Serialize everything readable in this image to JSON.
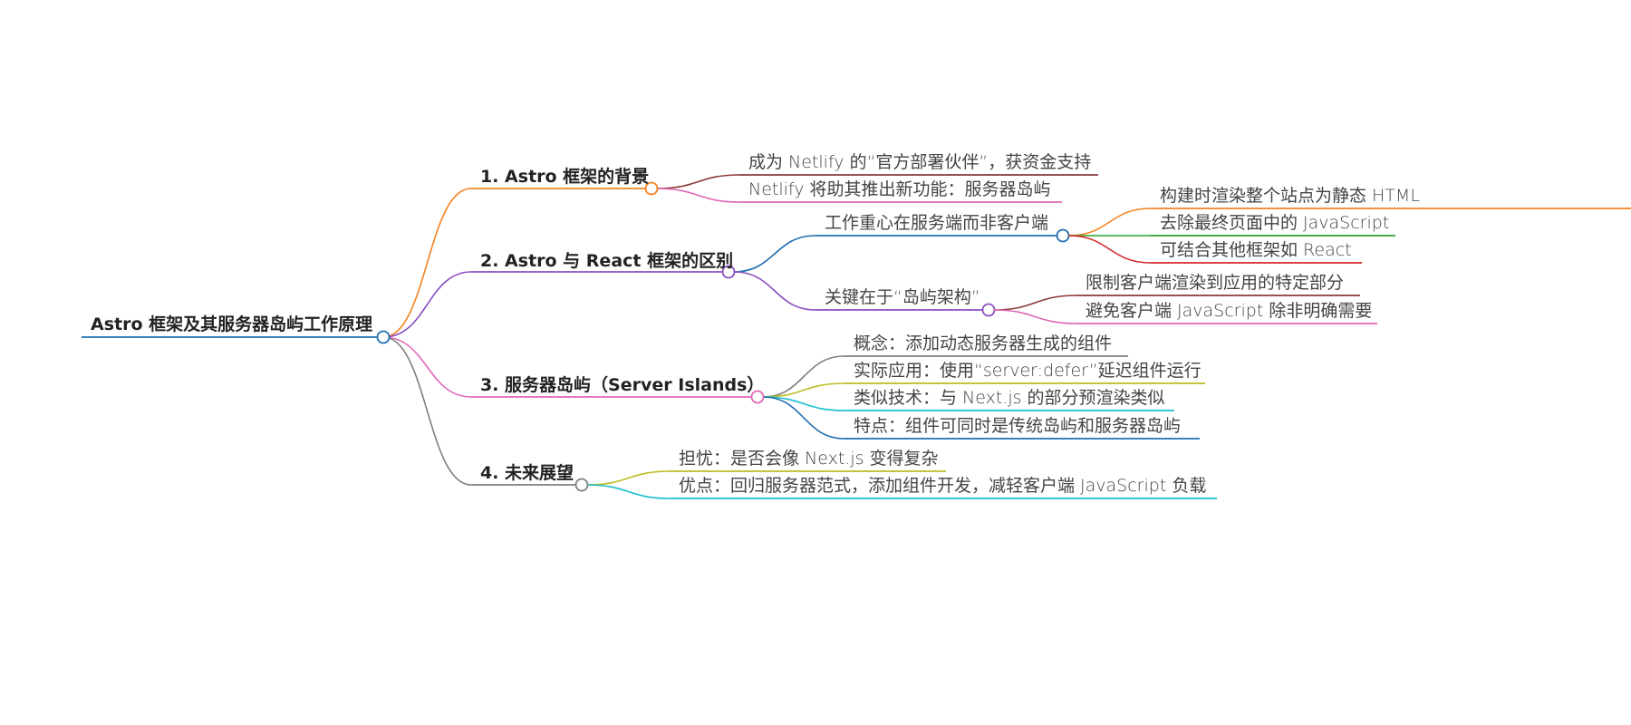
{
  "mindmap": {
    "root": {
      "label": "Astro 框架及其服务器岛屿工作原理",
      "color": "#1f6fb2"
    },
    "branches": [
      {
        "label": "1. Astro 框架的背景",
        "color": "#f5821f",
        "children": [
          {
            "label": "成为 Netlify 的“官方部署伙伴”，获资金支持",
            "color": "#8b3a3a",
            "children": []
          },
          {
            "label": "Netlify 将助其推出新功能：服务器岛屿",
            "color": "#e066b6",
            "children": []
          }
        ]
      },
      {
        "label": "2. Astro 与 React 框架的区别",
        "color": "#8a4fc0",
        "children": [
          {
            "label": "工作重心在服务端而非客户端",
            "color": "#1f6fb2",
            "children": [
              {
                "label": "构建时渲染整个站点为静态 HTML",
                "color": "#f5821f"
              },
              {
                "label": "去除最终页面中的 JavaScript",
                "color": "#2ca02c"
              },
              {
                "label": "可结合其他框架如 React",
                "color": "#d62728"
              }
            ]
          },
          {
            "label": "关键在于“岛屿架构”",
            "color": "#8a4fc0",
            "children": [
              {
                "label": "限制客户端渲染到应用的特定部分",
                "color": "#8b3a3a"
              },
              {
                "label": "避免客户端 JavaScript 除非明确需要",
                "color": "#e066b6"
              }
            ]
          }
        ]
      },
      {
        "label": "3. 服务器岛屿（Server Islands）",
        "color": "#e066b6",
        "children": [
          {
            "label": "概念：添加动态服务器生成的组件",
            "color": "#7f7f7f",
            "children": []
          },
          {
            "label": "实际应用：使用“server:defer”延迟组件运行",
            "color": "#bcbd22",
            "children": []
          },
          {
            "label": "类似技术：与 Next.js 的部分预渲染类似",
            "color": "#17becf",
            "children": []
          },
          {
            "label": "特点：组件可同时是传统岛屿和服务器岛屿",
            "color": "#1f6fb2",
            "children": []
          }
        ]
      },
      {
        "label": "4. 未来展望",
        "color": "#7f7f7f",
        "children": [
          {
            "label": "担忧：是否会像 Next.js 变得复杂",
            "color": "#bcbd22",
            "children": []
          },
          {
            "label": "优点：回归服务器范式，添加组件开发，减轻客户端 JavaScript 负载",
            "color": "#17becf",
            "children": []
          }
        ]
      }
    ]
  }
}
